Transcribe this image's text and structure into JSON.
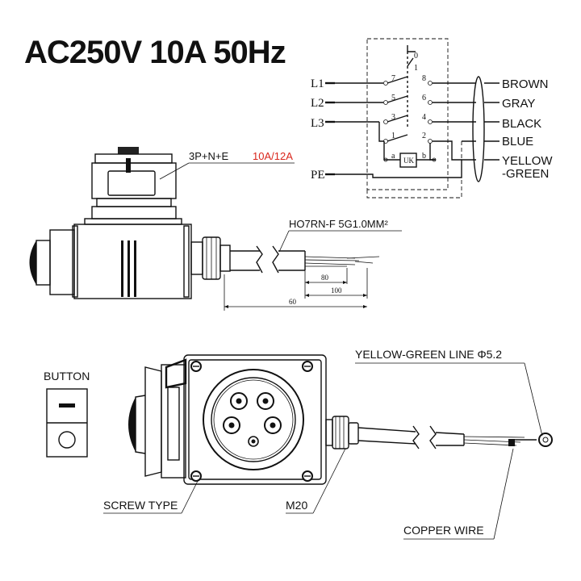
{
  "header": {
    "title": "AC250V 10A 50Hz"
  },
  "wiring": {
    "inputs": [
      "L1",
      "L2",
      "L3",
      "PE"
    ],
    "contacts": [
      "0",
      "1",
      "7",
      "8",
      "5",
      "6",
      "3",
      "4",
      "1",
      "2",
      "a",
      "b"
    ],
    "uk_label": "UK",
    "outputs": [
      "BROWN",
      "GRAY",
      "BLACK",
      "BLUE",
      "YELLOW",
      "-GREEN"
    ]
  },
  "side_view": {
    "socket_spec_prefix": "3P+N+E",
    "socket_spec_rating": "10A/12A",
    "cable_spec": "HO7RN-F 5G1.0MM²",
    "dim_80": "80",
    "dim_100": "100",
    "dim_60": "60"
  },
  "front_view": {
    "button_title": "BUTTON",
    "yellow_green_line": "YELLOW-GREEN LINE Φ5.2",
    "screw_type": "SCREW TYPE",
    "m20": "M20",
    "copper_wire": "COPPER WIRE"
  },
  "colors": {
    "accent_red": "#d9261c",
    "ink": "#111111"
  }
}
